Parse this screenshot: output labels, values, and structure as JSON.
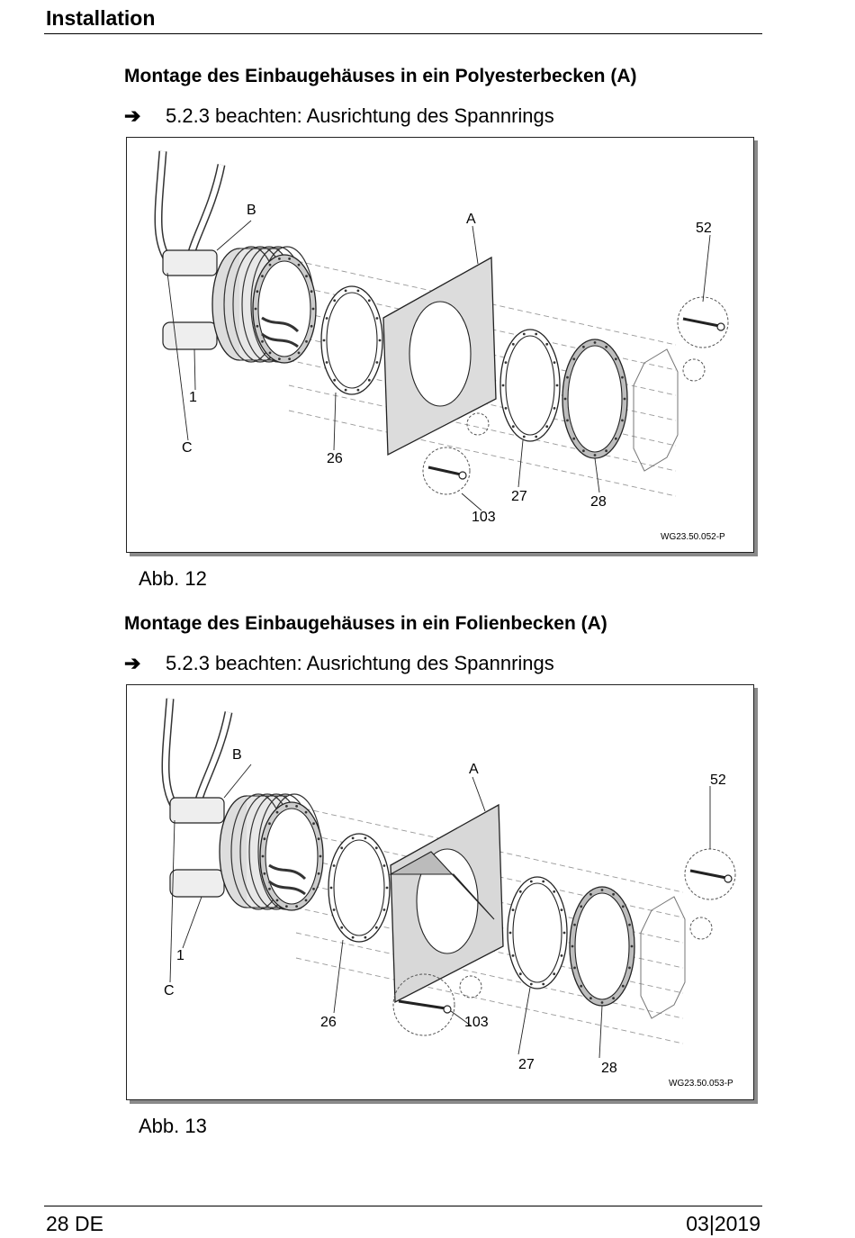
{
  "header": {
    "title": "Installation"
  },
  "sections": [
    {
      "title": "Montage des Einbaugehäuses in ein Polyesterbecken (A)",
      "instruction": "5.2.3 beachten: Ausrichtung des Spannrings",
      "figure": {
        "code": "WG23.50.052-P",
        "labels": {
          "b": "B",
          "a": "A",
          "n52": "52",
          "n1": "1",
          "c": "C",
          "n26": "26",
          "n27": "27",
          "n28": "28",
          "n103": "103"
        }
      },
      "caption": "Abb. 12"
    },
    {
      "title": "Montage des Einbaugehäuses in ein Folienbecken (A)",
      "instruction": "5.2.3 beachten: Ausrichtung des Spannrings",
      "figure": {
        "code": "WG23.50.053-P",
        "labels": {
          "b": "B",
          "a": "A",
          "n52": "52",
          "n1": "1",
          "c": "C",
          "n26": "26",
          "n27": "27",
          "n28": "28",
          "n103": "103"
        }
      },
      "caption": "Abb. 13"
    }
  ],
  "footer": {
    "page": "28 DE",
    "date": "03|2019"
  }
}
